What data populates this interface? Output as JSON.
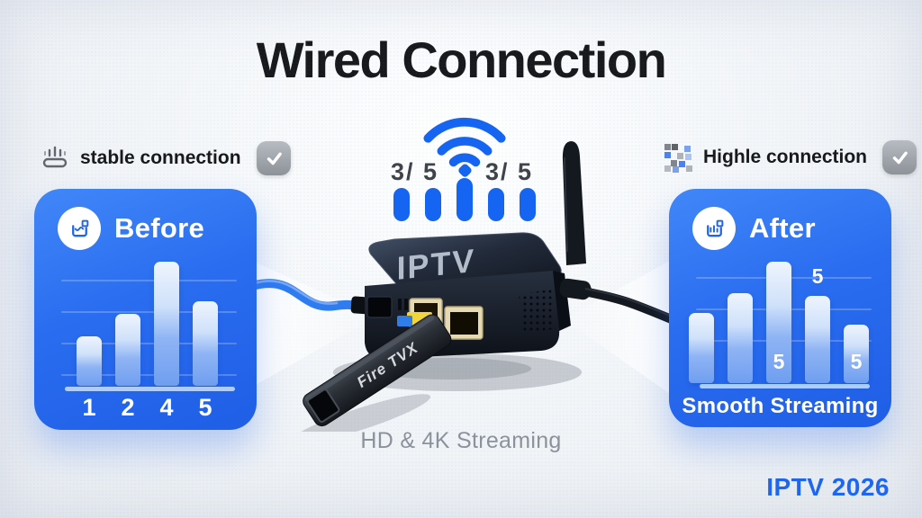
{
  "title": "Wired Connection",
  "badges": {
    "left": {
      "icon": "router-signal-icon",
      "label": "stable connection"
    },
    "right": {
      "icon": "pixel-glitch-icon",
      "label": "Highle connection"
    }
  },
  "wifi": {
    "icon": "wifi-icon",
    "left_score": "3/ 5",
    "right_score": "3/ 5",
    "bars_total": 5
  },
  "device": {
    "top_label": "IPTV",
    "stick_label": "Fire TVX"
  },
  "captions": {
    "bottom_center": "HD & 4K Streaming",
    "brand": "IPTV 2026"
  },
  "colors": {
    "accent_blue": "#1c66f0",
    "panel_blue": "#2a6df0",
    "bar_light": "#dbe9fb",
    "check_gray": "#9aa0a6",
    "text_dark": "#17191c",
    "caption_gray": "#8b929b"
  },
  "chart_data": [
    {
      "type": "bar",
      "panel": "before",
      "title": "Before",
      "categories": [
        "1",
        "2",
        "4",
        "5"
      ],
      "values": [
        2.0,
        2.9,
        5.0,
        3.4
      ],
      "ylim": [
        0,
        5
      ],
      "grid": true,
      "legend": "none",
      "bar_style": "light-blue-gradient"
    },
    {
      "type": "bar",
      "panel": "after",
      "title": "After",
      "categories": [
        "",
        "",
        "",
        "",
        ""
      ],
      "values": [
        2.9,
        3.7,
        5.0,
        3.6,
        2.4
      ],
      "ylim": [
        0,
        5
      ],
      "grid": true,
      "legend": "none",
      "caption": "Smooth Streaming",
      "value_labels": [
        {
          "bar": 3,
          "text": "5",
          "position": "inside-bottom"
        },
        {
          "bar": 4,
          "text": "5",
          "position": "above"
        },
        {
          "bar": 5,
          "text": "5",
          "position": "inside-bottom"
        }
      ]
    }
  ]
}
